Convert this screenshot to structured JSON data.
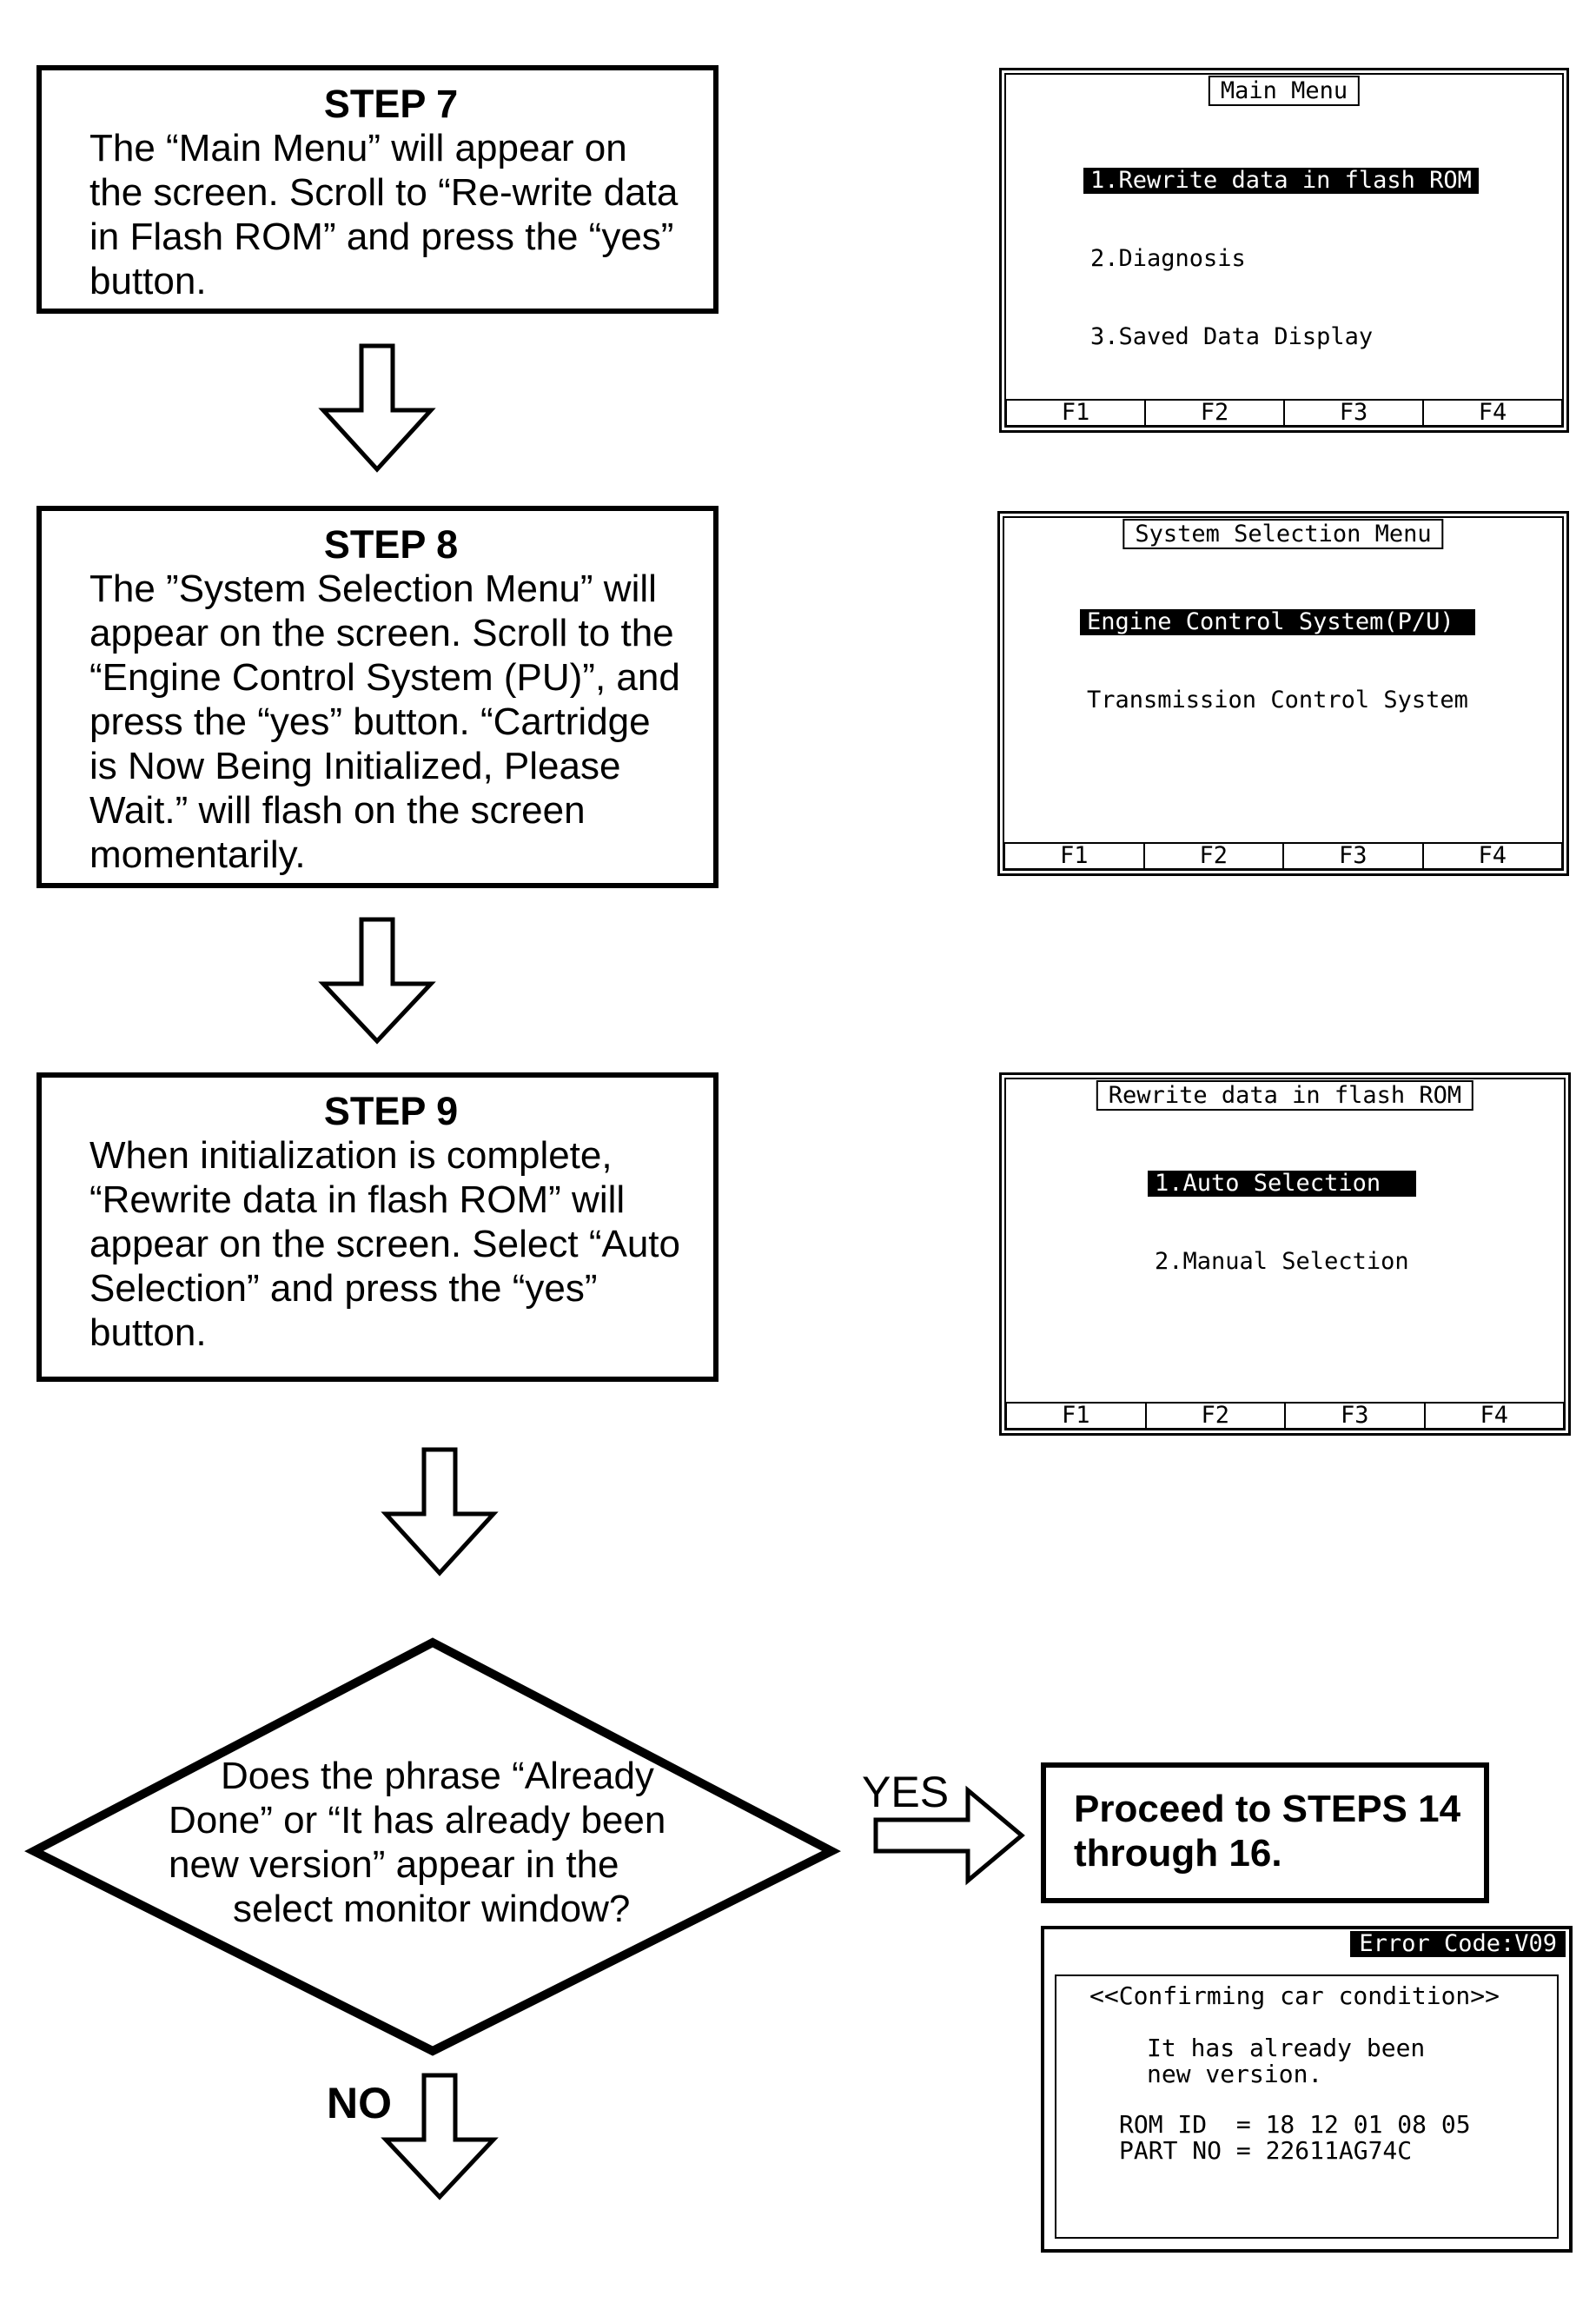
{
  "steps": [
    {
      "title": "STEP 7",
      "text": "The “Main Menu” will appear on\nthe screen. Scroll to “Re-write data\nin Flash ROM” and press the “yes”\nbutton."
    },
    {
      "title": "STEP 8",
      "text": "The ”System Selection Menu” will\nappear on the screen. Scroll to the\n“Engine Control System (PU)”, and\npress the “yes” button. “Cartridge\nis Now Being Initialized, Please\nWait.” will flash on the screen\nmomentarily."
    },
    {
      "title": "STEP 9",
      "text": "When initialization is complete,\n“Rewrite data in flash ROM” will\nappear on the screen. Select “Auto\nSelection” and press the “yes”\nbutton."
    }
  ],
  "screens": [
    {
      "title": "Main Menu",
      "items": [
        "1.Rewrite data in flash ROM",
        "2.Diagnosis",
        "3.Saved Data Display"
      ],
      "highlight_index": 0
    },
    {
      "title": "System Selection Menu",
      "items": [
        "Engine Control System(P/U)",
        "Transmission Control System"
      ],
      "highlight_index": 0
    },
    {
      "title": "Rewrite data in flash ROM",
      "items": [
        "1.Auto Selection",
        "2.Manual Selection"
      ],
      "highlight_index": 0
    }
  ],
  "fkeys": [
    "F1",
    "F2",
    "F3",
    "F4"
  ],
  "decision": {
    "lines": [
      "Does the phrase “Already",
      "Done” or “It has already been",
      "new version” appear in the",
      "select monitor window?"
    ],
    "yes_label": "YES",
    "no_label": "NO"
  },
  "proceed": {
    "text": "Proceed to STEPS 14\nthrough 16."
  },
  "error_screen": {
    "code": "Error Code:V09",
    "heading": "<<Confirming car condition>>",
    "message_1": "It has already been",
    "message_2": "new version.",
    "rom_id": "ROM ID  = 18 12 01 08 05",
    "part_no": "PART NO = 22611AG74C"
  }
}
